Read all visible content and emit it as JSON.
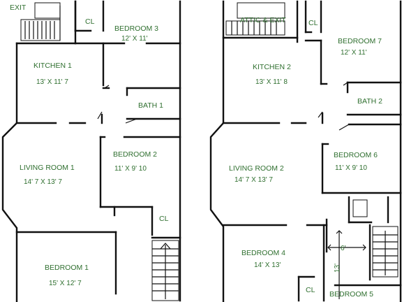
{
  "plan": {
    "rooms": [
      {
        "name": "EXIT",
        "dims": ""
      },
      {
        "name": "CL",
        "dims": ""
      },
      {
        "name": "BEDROOM 3",
        "dims": "12' X 11'"
      },
      {
        "name": "KITCHEN 1",
        "dims": "13' X 11' 7"
      },
      {
        "name": "BATH 1",
        "dims": ""
      },
      {
        "name": "LIVING ROOM 1",
        "dims": "14' 7 X 13' 7"
      },
      {
        "name": "BEDROOM 2",
        "dims": "11' X 9' 10"
      },
      {
        "name": "CL",
        "dims": ""
      },
      {
        "name": "BEDROOM 1",
        "dims": "15' X 12' 7"
      },
      {
        "name": "ATTIC & EXIT",
        "dims": ""
      },
      {
        "name": "CL",
        "dims": ""
      },
      {
        "name": "BEDROOM 7",
        "dims": "12' X 11'"
      },
      {
        "name": "KITCHEN 2",
        "dims": "13' X 11' 8"
      },
      {
        "name": "BATH 2",
        "dims": ""
      },
      {
        "name": "LIVING ROOM 2",
        "dims": "14' 7 X 13' 7"
      },
      {
        "name": "BEDROOM 6",
        "dims": "11' X 9' 10"
      },
      {
        "name": "BEDROOM 4",
        "dims": "14' X 13'"
      },
      {
        "name": "CL",
        "dims": ""
      },
      {
        "name": "BEDROOM 5",
        "dims": ""
      }
    ],
    "measures": [
      "6'",
      "13'"
    ]
  }
}
